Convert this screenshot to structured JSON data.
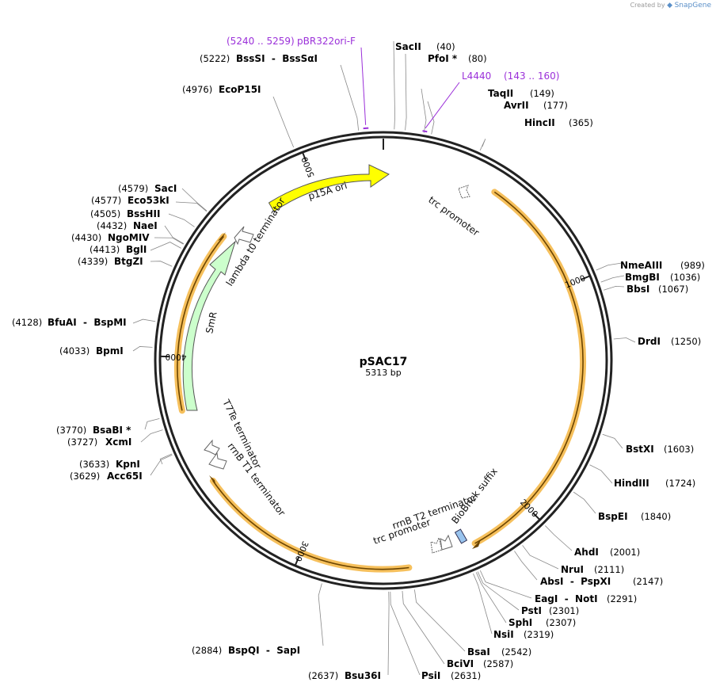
{
  "credit": {
    "text": "Created by",
    "brand": "SnapGene"
  },
  "plasmid": {
    "name": "pSAC17",
    "length_label": "5313 bp",
    "length": 5313
  },
  "ticks": [
    {
      "label": "1000",
      "pos": 1000
    },
    {
      "label": "2000",
      "pos": 2000
    },
    {
      "label": "3000",
      "pos": 3000
    },
    {
      "label": "4000",
      "pos": 4000
    },
    {
      "label": "5000",
      "pos": 5000
    }
  ],
  "colors": {
    "backbone": "#222222",
    "leader": "#888888",
    "primer": "#9b30d9",
    "orange_glow": "#f5b540",
    "orange_core": "#6b4400",
    "ori": "#ffff00",
    "smr": "#ccffcc",
    "biobrick": "#99c4ee"
  },
  "sites": [
    {
      "name": "SacII",
      "pos_text": "(40)",
      "side": "right"
    },
    {
      "name": "PfoI *",
      "pos_text": "(80)",
      "side": "right"
    },
    {
      "name": "TaqII",
      "pos_text": "(149)",
      "side": "right"
    },
    {
      "name": "AvrII",
      "pos_text": "(177)",
      "side": "right"
    },
    {
      "name": "HincII",
      "pos_text": "(365)",
      "side": "right"
    },
    {
      "name": "NmeAIII",
      "pos_text": "(989)",
      "side": "right"
    },
    {
      "name": "BmgBI",
      "pos_text": "(1036)",
      "side": "right"
    },
    {
      "name": "BbsI",
      "pos_text": "(1067)",
      "side": "right"
    },
    {
      "name": "DrdI",
      "pos_text": "(1250)",
      "side": "right"
    },
    {
      "name": "BstXI",
      "pos_text": "(1603)",
      "side": "right"
    },
    {
      "name": "HindIII",
      "pos_text": "(1724)",
      "side": "right"
    },
    {
      "name": "BspEI",
      "pos_text": "(1840)",
      "side": "right"
    },
    {
      "name": "AhdI",
      "pos_text": "(2001)",
      "side": "right"
    },
    {
      "name": "NruI",
      "pos_text": "(2111)",
      "side": "right"
    },
    {
      "name": "AbsI  -  PspXI",
      "pos_text": "(2147)",
      "side": "right"
    },
    {
      "name": "EagI  -  NotI",
      "pos_text": "(2291)",
      "side": "right"
    },
    {
      "name": "PstI",
      "pos_text": "(2301)",
      "side": "right"
    },
    {
      "name": "SphI",
      "pos_text": "(2307)",
      "side": "right"
    },
    {
      "name": "NsiI",
      "pos_text": "(2319)",
      "side": "right"
    },
    {
      "name": "BsaI",
      "pos_text": "(2542)",
      "side": "right"
    },
    {
      "name": "BciVI",
      "pos_text": "(2587)",
      "side": "right"
    },
    {
      "name": "PsiI",
      "pos_text": "(2631)",
      "side": "right"
    },
    {
      "name": "Bsu36I",
      "pos_text": "(2637)",
      "side": "left"
    },
    {
      "name": "BspQI  -  SapI",
      "pos_text": "(2884)",
      "side": "left"
    },
    {
      "name": "Acc65I",
      "pos_text": "(3629)",
      "side": "left"
    },
    {
      "name": "KpnI",
      "pos_text": "(3633)",
      "side": "left"
    },
    {
      "name": "XcmI",
      "pos_text": "(3727)",
      "side": "left"
    },
    {
      "name": "BsaBI *",
      "pos_text": "(3770)",
      "side": "left"
    },
    {
      "name": "BpmI",
      "pos_text": "(4033)",
      "side": "left"
    },
    {
      "name": "BfuAI  -  BspMI",
      "pos_text": "(4128)",
      "side": "left"
    },
    {
      "name": "BtgZI",
      "pos_text": "(4339)",
      "side": "left"
    },
    {
      "name": "BglI",
      "pos_text": "(4413)",
      "side": "left"
    },
    {
      "name": "NgoMIV",
      "pos_text": "(4430)",
      "side": "left"
    },
    {
      "name": "NaeI",
      "pos_text": "(4432)",
      "side": "left"
    },
    {
      "name": "BssHII",
      "pos_text": "(4505)",
      "side": "left"
    },
    {
      "name": "Eco53kI",
      "pos_text": "(4577)",
      "side": "left"
    },
    {
      "name": "SacI",
      "pos_text": "(4579)",
      "side": "left"
    },
    {
      "name": "EcoP15I",
      "pos_text": "(4976)",
      "side": "left"
    },
    {
      "name": "BssSI  -  BssSαI",
      "pos_text": "(5222)",
      "side": "left"
    }
  ],
  "primers": [
    {
      "name": "pBR322ori-F",
      "range_text": "(5240 .. 5259)",
      "start": 5240,
      "end": 5259
    },
    {
      "name": "L4440",
      "range_text": "(143 .. 160)",
      "start": 143,
      "end": 160
    }
  ],
  "features": [
    {
      "name": "p15A ori",
      "type": "ori",
      "start": 4854,
      "end": 5212
    },
    {
      "name": "SmR",
      "type": "cds",
      "start": 3967,
      "end": 4451
    },
    {
      "name": "trc promoter",
      "type": "promoter"
    },
    {
      "name": "lambda t0 terminator",
      "type": "terminator"
    },
    {
      "name": "T7Te terminator",
      "type": "terminator"
    },
    {
      "name": "rrnB T1 terminator",
      "type": "terminator"
    },
    {
      "name": "rrnB T2 terminator",
      "type": "terminator"
    },
    {
      "name": "trc promoter",
      "type": "promoter"
    },
    {
      "name": "BioBrick suffix",
      "type": "misc"
    }
  ]
}
